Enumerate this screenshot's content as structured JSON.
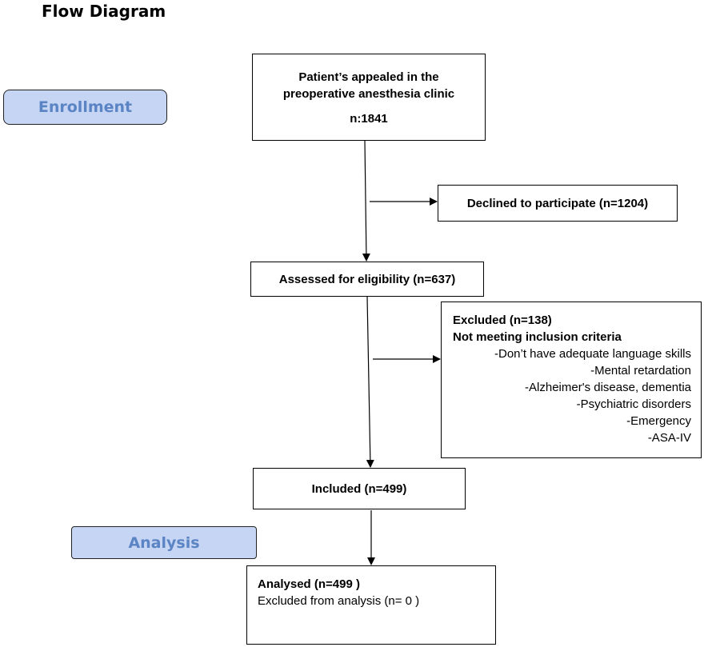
{
  "title": "Flow Diagram",
  "stages": {
    "enrollment": "Enrollment",
    "analysis": "Analysis"
  },
  "boxes": {
    "patients": {
      "line1": "Patient’s appealed in the",
      "line2": "preoperative anesthesia clinic",
      "count": "n:1841"
    },
    "declined": "Declined to participate (n=1204)",
    "assessed": "Assessed for eligibility (n=637)",
    "excluded": {
      "heading": "Excluded (n=138)",
      "subheading": "Not meeting inclusion criteria",
      "items": [
        "-Don’t have adequate language skills",
        "-Mental retardation",
        "-Alzheimer's disease, dementia",
        "-Psychiatric disorders",
        "-Emergency",
        "-ASA-IV"
      ]
    },
    "included": "Included (n=499)",
    "analysed": {
      "heading": "Analysed (n=499  )",
      "sub": "Excluded from analysis  (n= 0 )"
    }
  }
}
